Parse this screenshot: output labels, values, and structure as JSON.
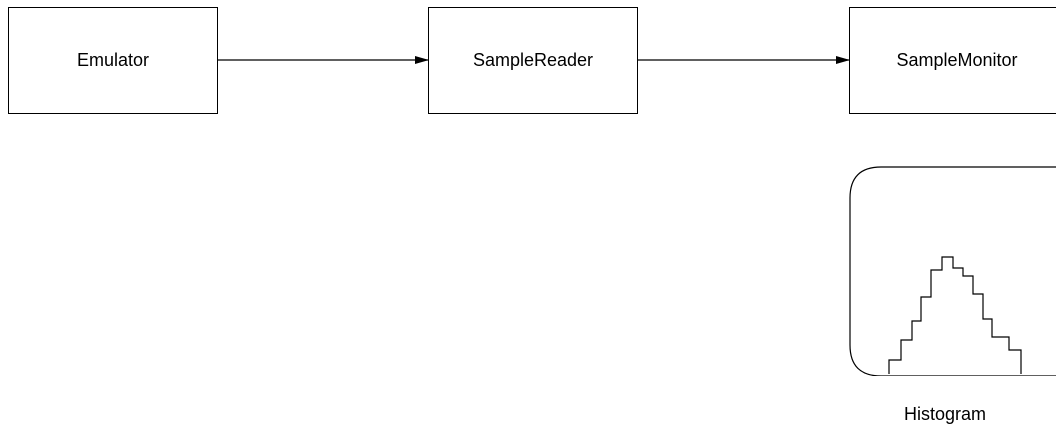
{
  "nodes": {
    "emulator": "Emulator",
    "reader": "SampleReader",
    "monitor": "SampleMonitor"
  },
  "histogram": {
    "label": "Histogram"
  },
  "colors": {
    "stroke": "#000000",
    "background": "#ffffff"
  }
}
